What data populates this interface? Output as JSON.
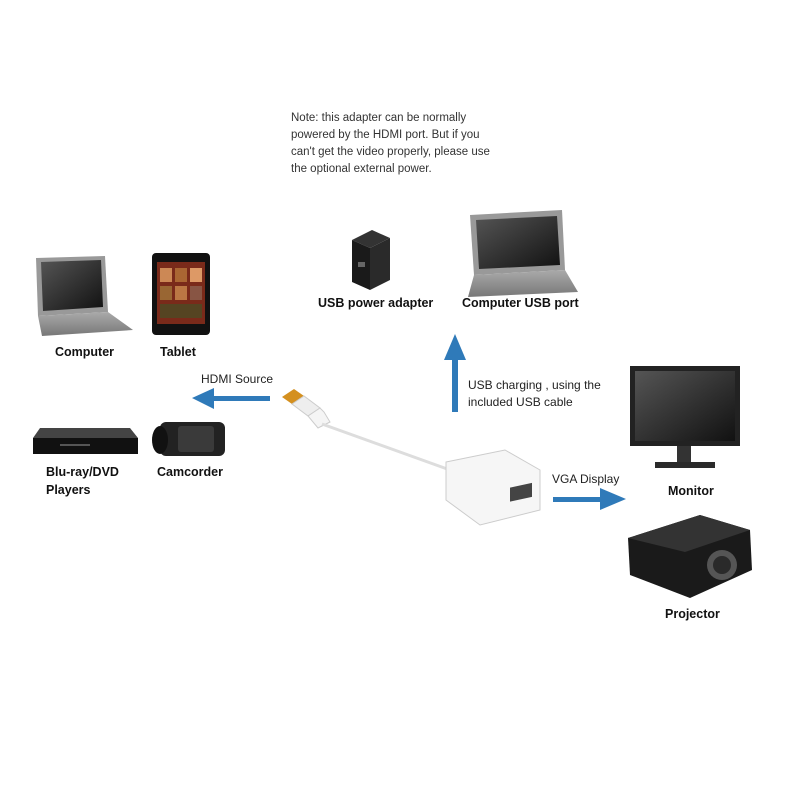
{
  "note": {
    "lines": [
      "Note: this adapter can be normally",
      "powered by the HDMI port. But if you",
      "can't get the video properly, please use",
      "the optional external power."
    ]
  },
  "devices": {
    "usb_power_adapter": "USB power adapter",
    "computer_usb_port": "Computer USB port",
    "computer": "Computer",
    "tablet": "Tablet",
    "bluray_line1": "Blu-ray/DVD",
    "bluray_line2": "Players",
    "camcorder": "Camcorder",
    "monitor": "Monitor",
    "projector": "Projector"
  },
  "connections": {
    "hdmi_source": "HDMI Source",
    "usb_line1": "USB charging , using the",
    "usb_line2": "included  USB cable",
    "vga_display": "VGA Display"
  },
  "colors": {
    "arrow": "#2f7ab9"
  }
}
